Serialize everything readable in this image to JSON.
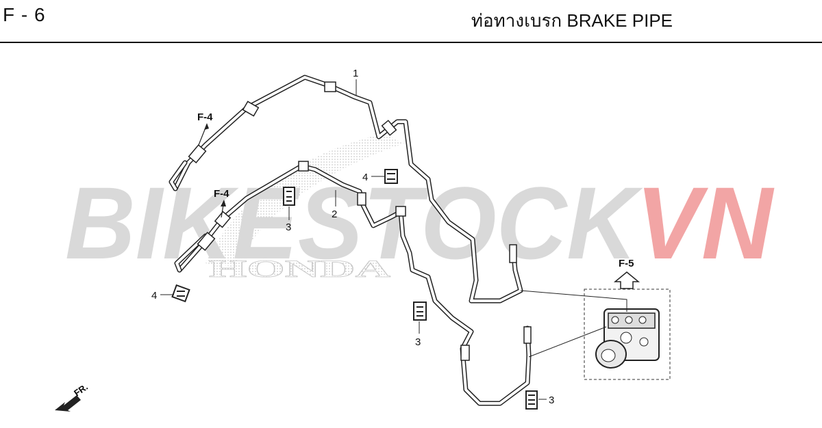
{
  "header": {
    "page_code": "F - 6",
    "title": "ท่อทางเบรก  BRAKE PIPE"
  },
  "watermark": {
    "brand_dark": "BIKESTOCK",
    "brand_accent": "VN",
    "sub_brand": "HONDA",
    "accent_color": "#f2a5a5",
    "gray_color": "#d9d9d9"
  },
  "parts": {
    "pipe_1": "1",
    "pipe_2": "2",
    "clamp_3": "3",
    "holder_4": "4"
  },
  "references": {
    "f4": "F-4",
    "f5": "F-5"
  },
  "direction": {
    "label": "FR."
  },
  "icons": {
    "direction_arrow": "front-direction-arrow",
    "reference_arrow": "up-arrow-outline"
  }
}
